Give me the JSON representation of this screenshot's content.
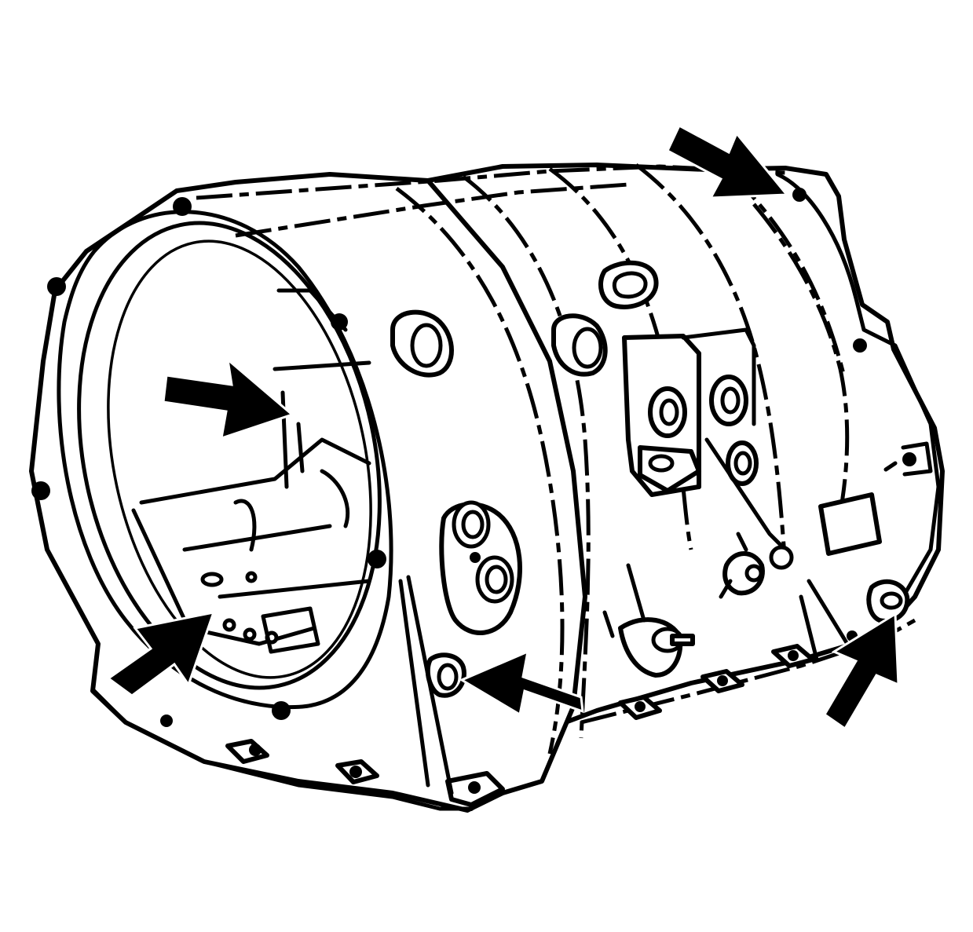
{
  "figure": {
    "subject": "",
    "callout_arrows": [
      {
        "id": "bore-upper"
      },
      {
        "id": "rear-bolt"
      },
      {
        "id": "bell-lower"
      },
      {
        "id": "case-lower"
      },
      {
        "id": "rear-lower"
      }
    ]
  }
}
